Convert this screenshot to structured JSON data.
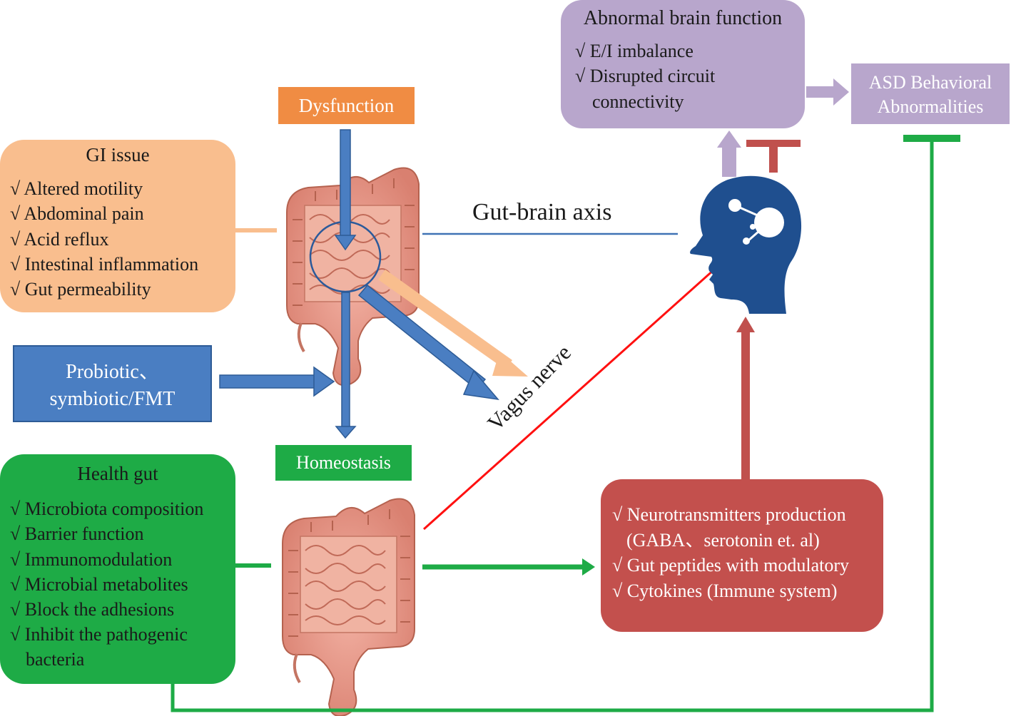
{
  "gi_issue": {
    "title": "GI issue",
    "items": [
      "√ Altered motility",
      "√ Abdominal pain",
      "√ Acid reflux",
      "√ Intestinal inflammation",
      "√ Gut permeability"
    ]
  },
  "health_gut": {
    "title": "Health gut",
    "items": [
      "√ Microbiota composition",
      "√ Barrier function",
      "√ Immunomodulation",
      "√ Microbial metabolites",
      "√ Block the adhesions",
      "√ Inhibit the pathogenic",
      "bacteria"
    ]
  },
  "abnormal_brain": {
    "title": "Abnormal brain function",
    "items": [
      "√ E/I imbalance",
      "√ Disrupted circuit",
      "connectivity"
    ]
  },
  "asd": {
    "line1": "ASD Behavioral",
    "line2": "Abnormalities"
  },
  "dysfunction": "Dysfunction",
  "homeostasis": "Homeostasis",
  "probiotic": {
    "line1": "Probiotic、",
    "line2": "symbiotic/FMT"
  },
  "mechanisms": {
    "items": [
      "√ Neurotransmitters production",
      "(GABA、serotonin et. al)",
      "√ Gut peptides with modulatory",
      "√ Cytokines (Immune system)"
    ]
  },
  "gut_brain_axis": "Gut-brain axis",
  "vagus_nerve": "Vagus nerve",
  "colors": {
    "gi_issue": "#f9be8e",
    "health_gut": "#1eab46",
    "abnormal_brain": "#b8a6cc",
    "dysfunction": "#f08c43",
    "probiotic": "#4a7ec2",
    "mechanisms": "#c3504d",
    "head": "#1f4f8f",
    "vagus_line": "#ff0000",
    "inhibit": "#c0504d"
  },
  "icons": [
    "intestine-icon",
    "head-network-icon"
  ]
}
